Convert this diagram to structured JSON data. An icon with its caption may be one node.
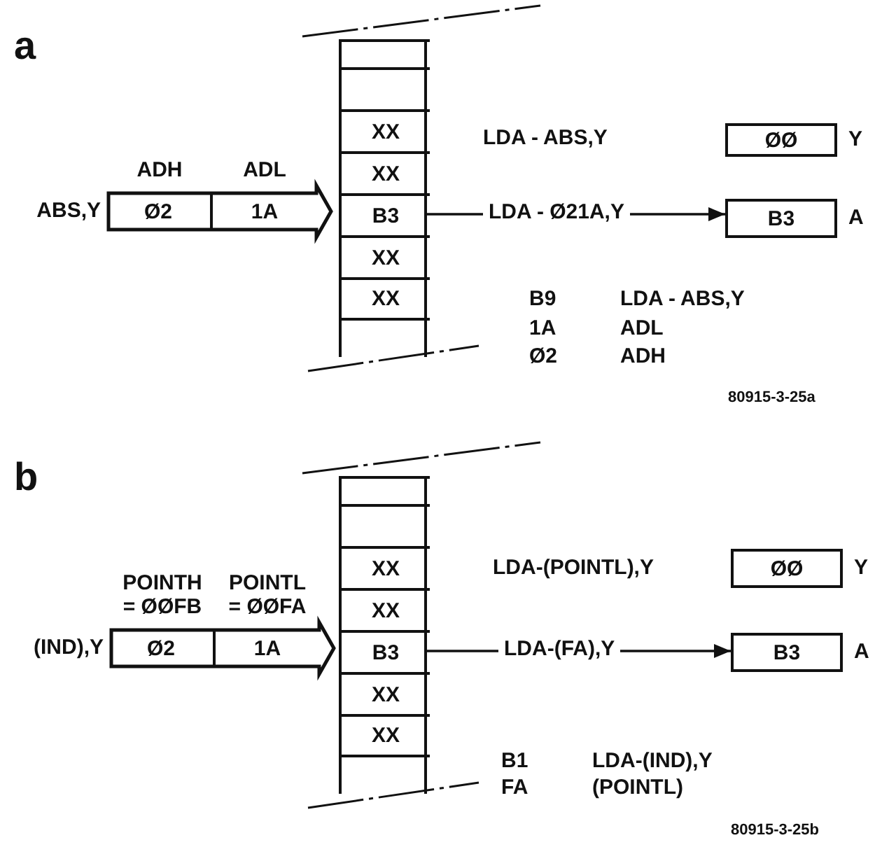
{
  "diagram": {
    "nodes": [
      {
        "text": [],
        "shape": "box"
      },
      {
        "text": [],
        "shape": "box",
        "in": 0
      },
      {
        "text": [],
        "shape": "box",
        "in": 0
      },
      {
        "text": [
          "XX"
        ],
        "in": 0
      },
      {
        "text": [
          "XX"
        ],
        "in": 0
      },
      {
        "text": [
          "B3"
        ],
        "in": 0
      },
      {
        "text": [
          "XX"
        ],
        "in": 0
      },
      {
        "text": [
          "XX"
        ],
        "in": 0
      },
      {
        "text": [],
        "shape": "box",
        "in": 0
      },
      {
        "text": [],
        "shape": "arrow",
        "beside": [
          "ABS,Y"
        ]
      },
      {
        "text": [
          "Ø2"
        ],
        "in": 9,
        "beside": [
          "ADH"
        ]
      },
      {
        "text": [
          "1A"
        ],
        "in": 9,
        "beside": [
          "ADL"
        ]
      },
      {
        "text": [
          "ØØ"
        ],
        "beside": [
          "Y"
        ]
      },
      {
        "text": [
          "B3"
        ],
        "beside": [
          "A"
        ]
      },
      {
        "text": [],
        "shape": "box"
      },
      {
        "text": [],
        "shape": "box",
        "in": 14
      },
      {
        "text": [],
        "shape": "box",
        "in": 14
      },
      {
        "text": [
          "XX"
        ],
        "in": 14
      },
      {
        "text": [
          "XX"
        ],
        "in": 14
      },
      {
        "text": [
          "B3"
        ],
        "in": 14
      },
      {
        "text": [
          "XX"
        ],
        "in": 14
      },
      {
        "text": [
          "XX"
        ],
        "in": 14
      },
      {
        "text": [],
        "shape": "box",
        "in": 14
      },
      {
        "text": [],
        "shape": "arrow",
        "beside": [
          "(IND),Y"
        ]
      },
      {
        "text": [
          "Ø2"
        ],
        "in": 23,
        "beside": [
          "POINTH = ØØFB"
        ]
      },
      {
        "text": [
          "1A"
        ],
        "in": 23,
        "beside": [
          "POINTL = ØØFA"
        ]
      },
      {
        "text": [
          "ØØ"
        ],
        "beside": [
          "Y"
        ]
      },
      {
        "text": [
          "B3"
        ],
        "beside": [
          "A"
        ]
      }
    ],
    "edges": [
      {
        "from": 5,
        "to": 13,
        "arrow": "to",
        "label": "LDA - Ø21A,Y"
      },
      {
        "from": 19,
        "to": 27,
        "arrow": "to",
        "label": "LDA-(FA),Y"
      }
    ],
    "labels": [
      "a",
      "LDA - ABS,Y",
      "B9",
      "LDA - ABS,Y",
      "1A",
      "ADL",
      "Ø2",
      "ADH",
      "80915-3-25a",
      "b",
      "LDA-(POINTL),Y",
      "B1",
      "LDA-(IND),Y",
      "FA",
      "(POINTL)",
      "80915-3-25b"
    ]
  }
}
